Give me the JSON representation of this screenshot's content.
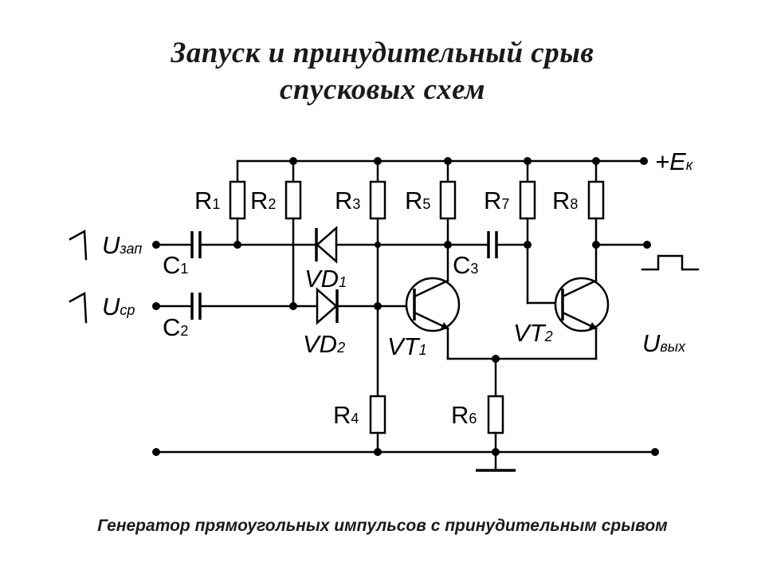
{
  "title_line1": "Запуск и принудительный срыв",
  "title_line2": "спусковых схем",
  "caption": "Генератор прямоугольных импульсов с принудительным срывом",
  "labels": {
    "r1": "R",
    "r1_sub": "1",
    "r2": "R",
    "r2_sub": "2",
    "r3": "R",
    "r3_sub": "3",
    "r4": "R",
    "r4_sub": "4",
    "r5": "R",
    "r5_sub": "5",
    "r6": "R",
    "r6_sub": "6",
    "r7": "R",
    "r7_sub": "7",
    "r8": "R",
    "r8_sub": "8",
    "c1": "C",
    "c1_sub": "1",
    "c2": "C",
    "c2_sub": "2",
    "c3": "C",
    "c3_sub": "3",
    "vd1": "VD",
    "vd1_sub": "1",
    "vd2": "VD",
    "vd2_sub": "2",
    "vt1": "VT",
    "vt1_sub": "1",
    "vt2": "VT",
    "vt2_sub": "2",
    "ek": "+E",
    "ek_sub": "к",
    "uzap": "U",
    "uzap_sub": "зап",
    "usr": "U",
    "usr_sub": "ср",
    "uvyh": "U",
    "uvyh_sub": "вых"
  }
}
